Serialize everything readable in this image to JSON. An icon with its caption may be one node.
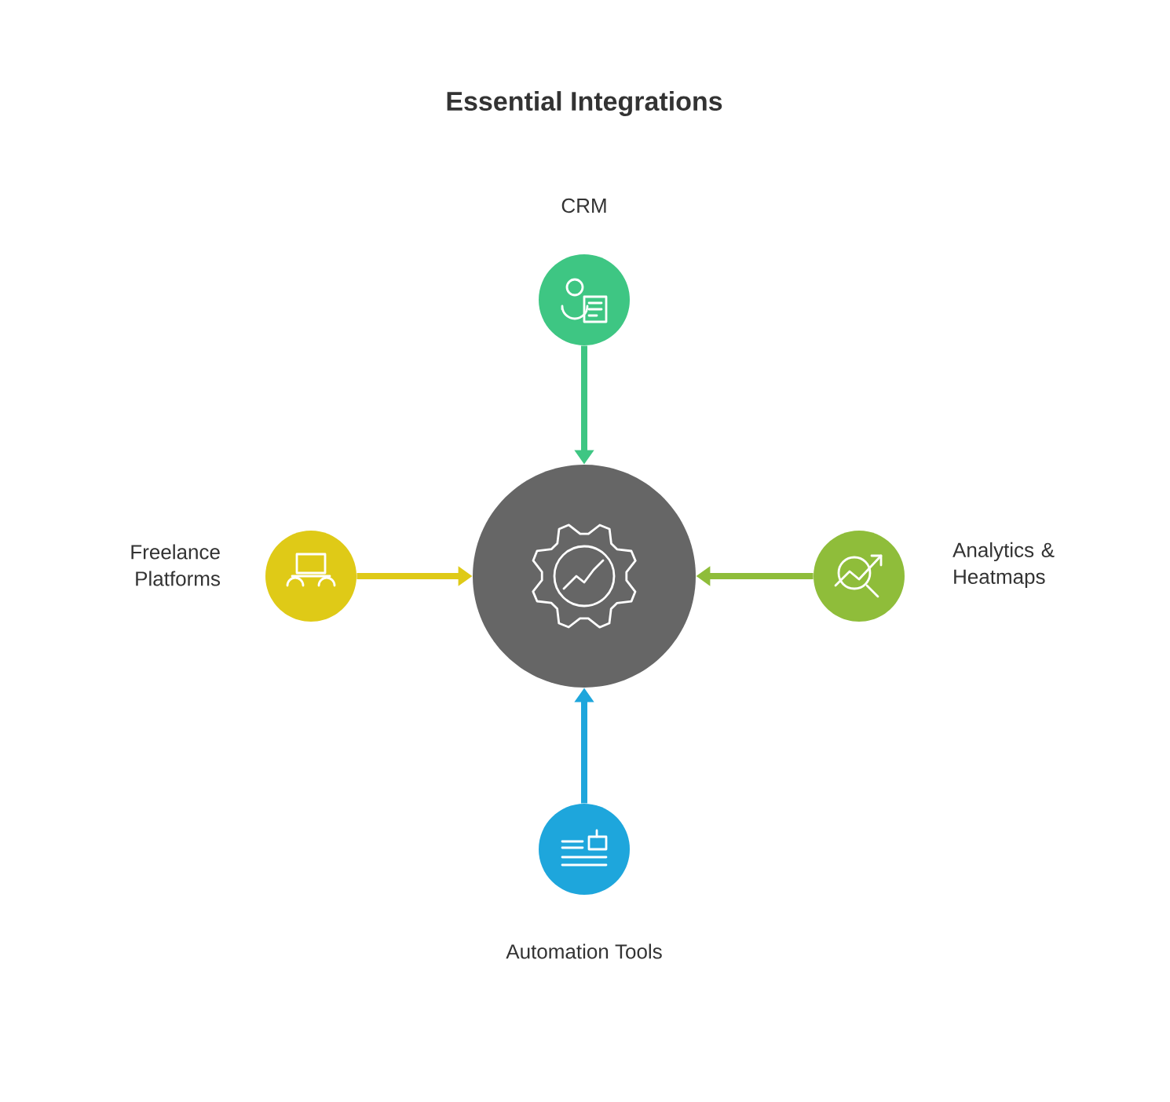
{
  "diagram": {
    "title": "Essential Integrations",
    "nodes": [
      {
        "text": [],
        "shape": "circle"
      },
      {
        "text": [],
        "shape": "circle",
        "beside": [
          "CRM"
        ]
      },
      {
        "text": [],
        "shape": "circle",
        "beside": [
          "Freelance Platforms"
        ]
      },
      {
        "text": [],
        "shape": "circle",
        "beside": [
          "Analytics & Heatmaps"
        ]
      },
      {
        "text": [],
        "shape": "circle",
        "beside": [
          "Automation Tools"
        ]
      }
    ],
    "edges": [
      {
        "from": 1,
        "to": 0,
        "arrow": "to",
        "color": "#3ec683"
      },
      {
        "from": 2,
        "to": 0,
        "arrow": "to",
        "color": "#dfca17"
      },
      {
        "from": 3,
        "to": 0,
        "arrow": "to",
        "color": "#8fbd3a"
      },
      {
        "from": 4,
        "to": 0,
        "arrow": "to",
        "color": "#1ea6dc"
      }
    ]
  }
}
